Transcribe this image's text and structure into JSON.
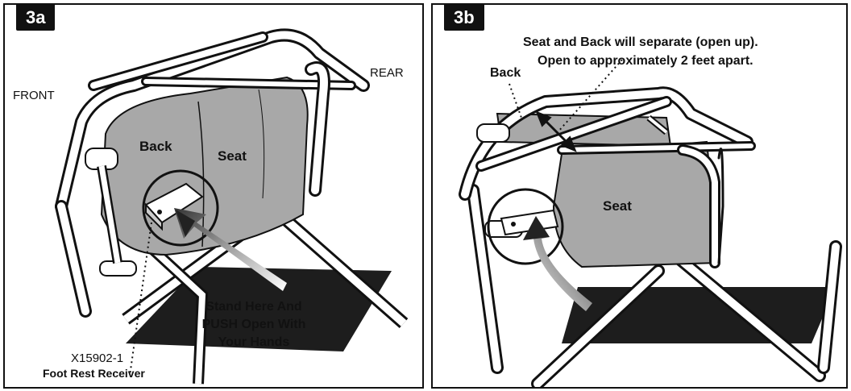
{
  "panel_a": {
    "step": "3a",
    "labels": {
      "front": "FRONT",
      "rear": "REAR",
      "back": "Back",
      "seat": "Seat",
      "instruction_1": "Stand Here And",
      "instruction_2": "PUSH Open With",
      "instruction_3": "Your Hands",
      "part_number": "X15902-1",
      "part_name": "Foot Rest Receiver"
    }
  },
  "panel_b": {
    "step": "3b",
    "labels": {
      "note_1": "Seat and Back will separate (open up).",
      "note_2": "Open to approximately 2 feet apart.",
      "back": "Back",
      "seat": "Seat"
    }
  },
  "colors": {
    "fabric": "#a8a8a8",
    "frame": "#ffffff",
    "outline": "#111111",
    "arrow_dark": "#2a2a2a"
  },
  "icons": [
    "push-arrow-icon",
    "separation-arrow-icon",
    "magnifier-circle-icon"
  ]
}
